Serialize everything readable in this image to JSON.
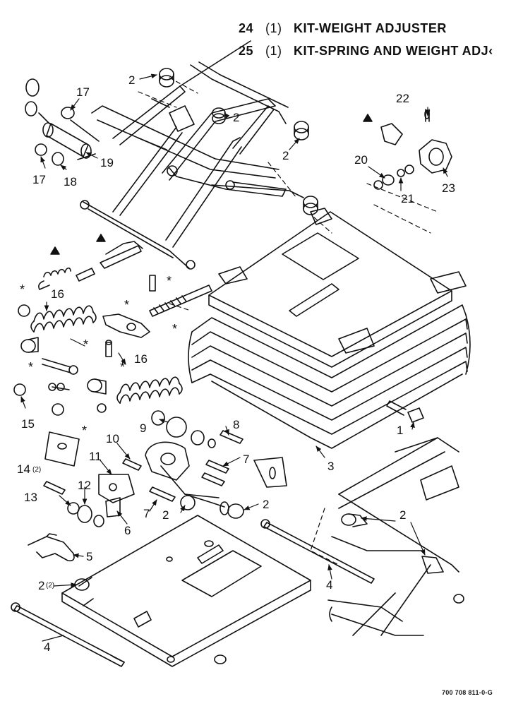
{
  "kits": [
    {
      "number": "24",
      "qty": "(1)",
      "description": "KIT-WEIGHT ADJUSTER"
    },
    {
      "number": "25",
      "qty": "(1)",
      "description": "KIT-SPRING AND WEIGHT ADJ‹"
    }
  ],
  "callouts": {
    "c1": "1",
    "c2": "2",
    "c3": "3",
    "c4": "4",
    "c5": "5",
    "c6": "6",
    "c7": "7",
    "c8": "8",
    "c9": "9",
    "c10": "10",
    "c11": "11",
    "c12": "12",
    "c13": "13",
    "c14": "14",
    "c15": "15",
    "c16": "16",
    "c17": "17",
    "c18": "18",
    "c19": "19",
    "c20": "20",
    "c21": "21",
    "c22": "22",
    "c23": "23",
    "qty_2": "(2)",
    "star": "*"
  },
  "drawing_code": "700 708 811-0-G"
}
